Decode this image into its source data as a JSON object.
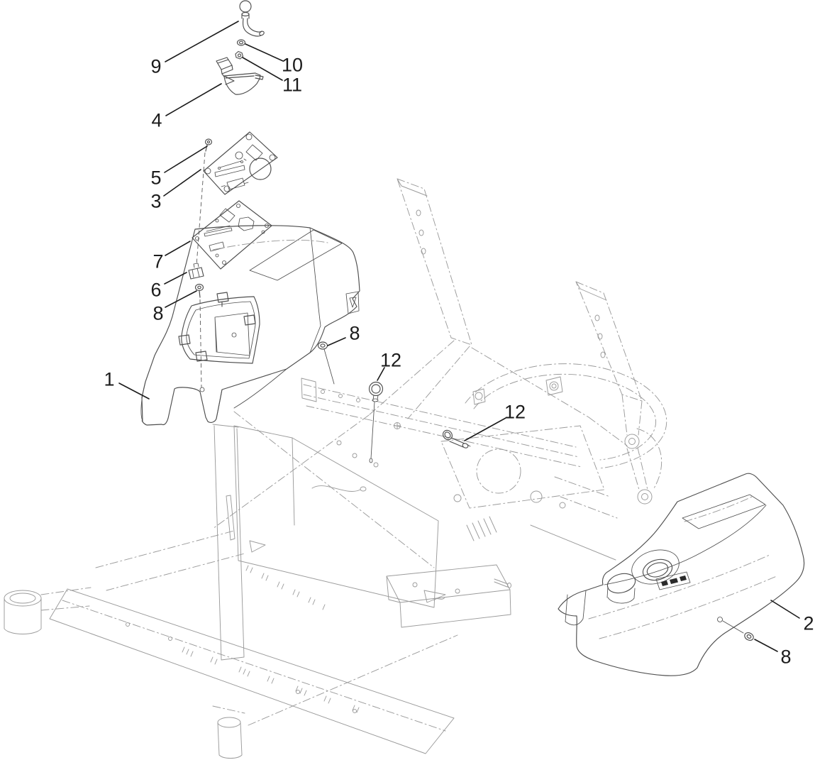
{
  "diagram": {
    "type": "exploded-parts-diagram",
    "background": "#ffffff",
    "colors": {
      "part_line": "#4e4e4e",
      "phantom_line": "#9b9b9b",
      "callout_ink": "#1b1b1b",
      "decal_fill": "#2b2b2b"
    }
  },
  "callouts": [
    {
      "label": "9"
    },
    {
      "label": "10"
    },
    {
      "label": "11"
    },
    {
      "label": "4"
    },
    {
      "label": "5"
    },
    {
      "label": "3"
    },
    {
      "label": "7"
    },
    {
      "label": "6"
    },
    {
      "label": "8"
    },
    {
      "label": "1"
    },
    {
      "label": "8"
    },
    {
      "label": "12"
    },
    {
      "label": "12"
    },
    {
      "label": "2"
    },
    {
      "label": "8"
    }
  ]
}
